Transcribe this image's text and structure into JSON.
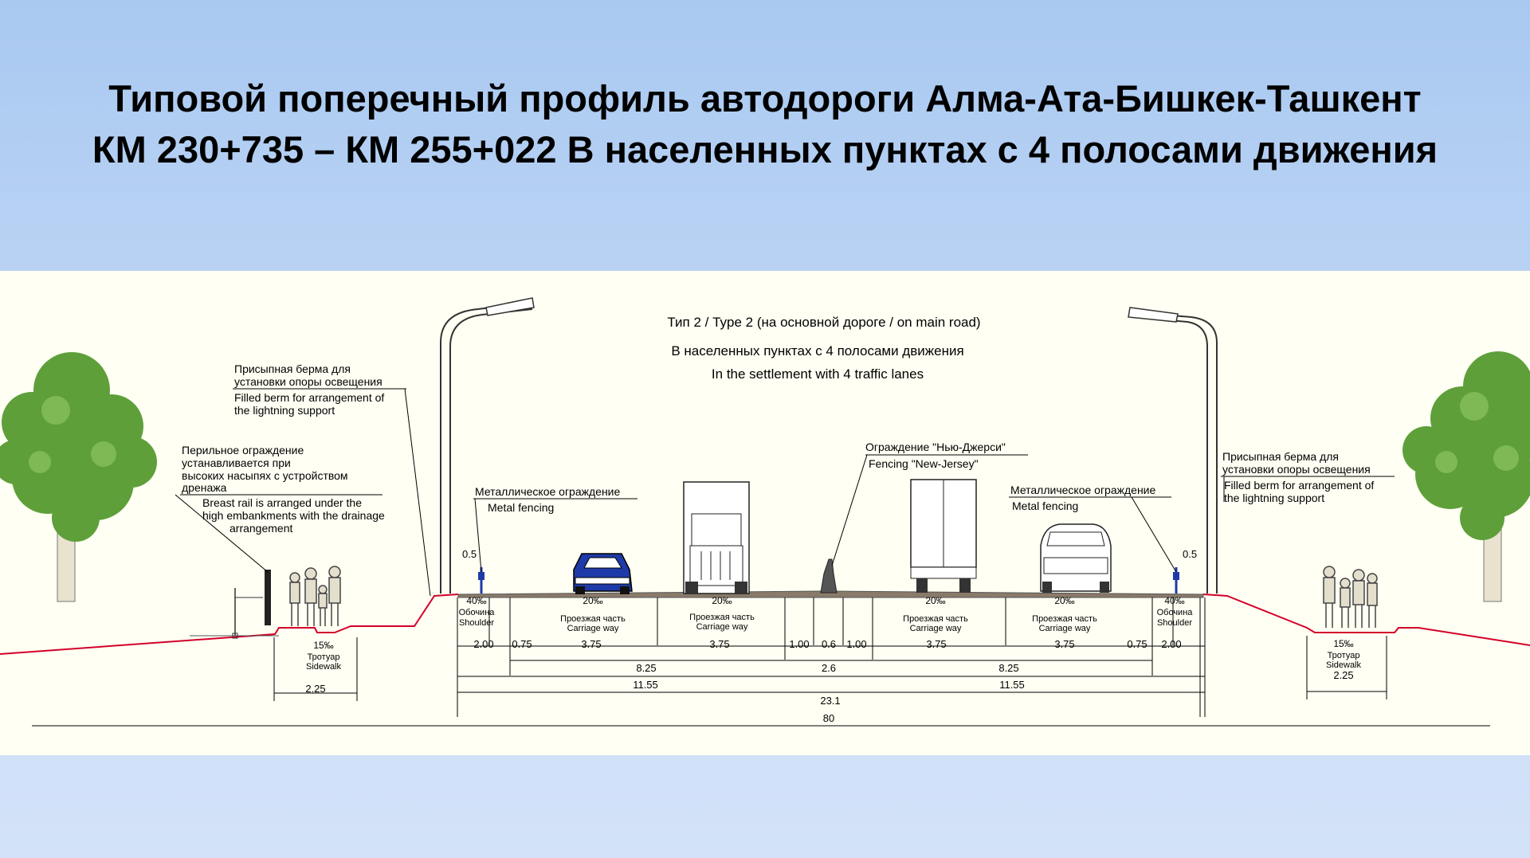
{
  "header": {
    "title_line1": "Типовой поперечный профиль автодороги Алма-Ата-Бишкек-Ташкент",
    "title_line2": "КМ 230+735 – КМ 255+022  В населенных пунктах с 4 полосами движения"
  },
  "diagram": {
    "heading": {
      "type_label": "Тип 2  /  Type 2 (на основной дороге / on main road)",
      "ru_caption": "В населенных пунктах с 4 полосами движения",
      "en_caption": "In the settlement with 4 traffic lanes"
    },
    "callouts": {
      "berm_left_ru_1": "Присыпная берма для",
      "berm_left_ru_2": "установки опоры освещения",
      "berm_left_en_1": "Filled berm for arrangement of",
      "berm_left_en_2": "the lightning support",
      "rail_ru_1": "Перильное ограждение",
      "rail_ru_2": "устанавливается при",
      "rail_ru_3": "высоких насыпях с устройством",
      "rail_ru_4": "дренажа",
      "rail_en_1": "Breast rail is arranged under the",
      "rail_en_2": "high embankments with the drainage",
      "rail_en_3": "arrangement",
      "metal_left_ru": "Металлическое ограждение",
      "metal_left_en": "Metal fencing",
      "nj_ru": "Ограждение \"Нью-Джерси\"",
      "nj_en": "Fencing \"New-Jersey\"",
      "metal_right_ru": "Металлическое ограждение",
      "metal_right_en": "Metal fencing",
      "berm_right_ru_1": "Присыпная берма для",
      "berm_right_ru_2": "установки опоры освещения",
      "berm_right_en_1": "Filled berm for arrangement of",
      "berm_right_en_2": "the lightning support"
    },
    "labels": {
      "shoulder_left_slope": "40‰",
      "shoulder_left_ru": "Обочина",
      "shoulder_left_en": "Shoulder",
      "lane1_slope": "20‰",
      "lane1_ru": "Проезжая часть",
      "lane1_en": "Carriage way",
      "lane2_slope": "20‰",
      "lane2_ru": "Проезжая часть",
      "lane2_en": "Carriage way",
      "lane3_slope": "20‰",
      "lane3_ru": "Проезжая часть",
      "lane3_en": "Carriage way",
      "lane4_slope": "20‰",
      "lane4_ru": "Проезжая часть",
      "lane4_en": "Carriage way",
      "shoulder_right_slope": "40‰",
      "shoulder_right_ru": "Обочина",
      "shoulder_right_en": "Shoulder",
      "sidewalk_left_slope": "15‰",
      "sidewalk_left_ru": "Тротуар",
      "sidewalk_left_en": "Sidewalk",
      "sidewalk_right_slope": "15‰",
      "sidewalk_right_ru": "Тротуар",
      "sidewalk_right_en": "Sidewalk",
      "post_left": "0.5",
      "post_right": "0.5"
    },
    "dimensions": {
      "row1": [
        "2.00",
        "0.75",
        "3.75",
        "3.75",
        "1.00",
        "0.6",
        "1.00",
        "3.75",
        "3.75",
        "0.75",
        "2.00"
      ],
      "row2": [
        "8.25",
        "2.6",
        "8.25"
      ],
      "row3": [
        "11.55",
        "11.55"
      ],
      "total_road": "23.1",
      "total_row": "80",
      "sidewalk_left_width": "2.25",
      "sidewalk_right_width": "2.25"
    },
    "colors": {
      "ground_line": "#d4002a",
      "tree_foliage": "#5e9f3a",
      "pavement": "#8a7a6a",
      "vehicle_blue": "#1e3aa8"
    }
  }
}
